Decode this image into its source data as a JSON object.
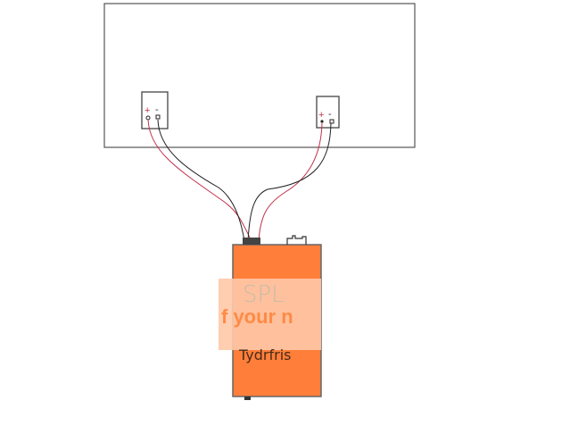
{
  "diagram": {
    "speaker_left": {
      "plus": "+",
      "minus": "-"
    },
    "speaker_right": {
      "plus": "+",
      "minus": "-"
    },
    "amplifier": {
      "brand_text": "SPL",
      "label_text": "Tydrfris"
    },
    "watermark": "f your n",
    "colors": {
      "amp": "#ff7f3a",
      "band": "#ffc9a8",
      "wire_pos": "#c0324a",
      "wire_neg": "#222222"
    }
  }
}
